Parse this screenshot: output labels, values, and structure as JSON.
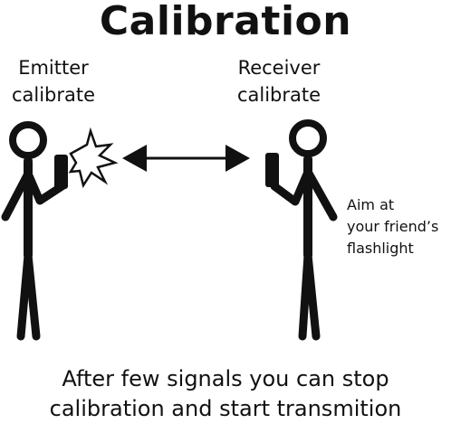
{
  "title": "Calibration",
  "emitter": {
    "line1": "Emitter",
    "line2": "calibrate"
  },
  "receiver": {
    "line1": "Receiver",
    "line2": "calibrate"
  },
  "aim_note": {
    "line1": "Aim at",
    "line2": "your friend’s",
    "line3": "flashlight"
  },
  "caption": {
    "line1": "After few signals you can stop",
    "line2": "calibration and start transmition"
  },
  "icons": [
    "emitter-stick-figure",
    "receiver-stick-figure",
    "flash-burst-icon",
    "double-arrow-icon"
  ]
}
